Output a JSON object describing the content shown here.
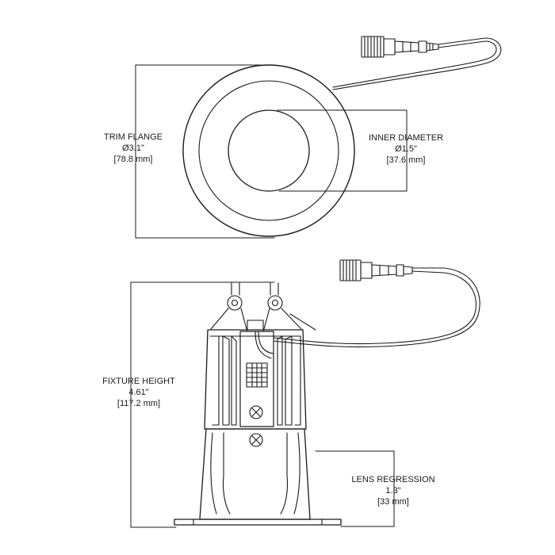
{
  "dimensions": {
    "trim_flange": {
      "label": "TRIM FLANGE",
      "value": "Ø3.1\"",
      "metric": "[78.8 mm]"
    },
    "inner_diameter": {
      "label": "INNER DIAMETER",
      "value": "Ø1.5\"",
      "metric": "[37.6 mm]"
    },
    "fixture_height": {
      "label": "FIXTURE HEIGHT",
      "value": "4.61\"",
      "metric": "[117.2 mm]"
    },
    "lens_regression": {
      "label": "LENS REGRESSION",
      "value": "1.3\"",
      "metric": "[33 mm]"
    }
  },
  "colors": {
    "line": "#1a1a1a",
    "background": "#ffffff"
  }
}
